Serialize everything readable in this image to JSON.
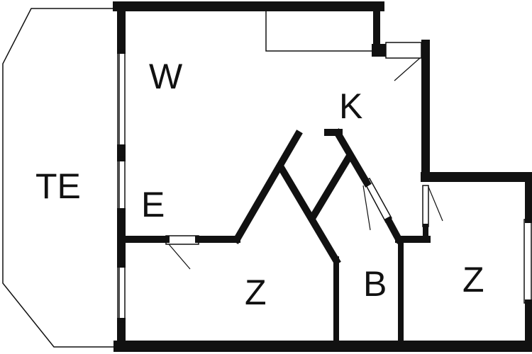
{
  "rooms": {
    "terrace": "TE",
    "living": "W",
    "kitchen": "K",
    "entrance": "E",
    "bedroom_left": "Z",
    "bathroom": "B",
    "bedroom_right": "Z"
  },
  "colors": {
    "wall": "#111111",
    "background": "#ffffff"
  }
}
